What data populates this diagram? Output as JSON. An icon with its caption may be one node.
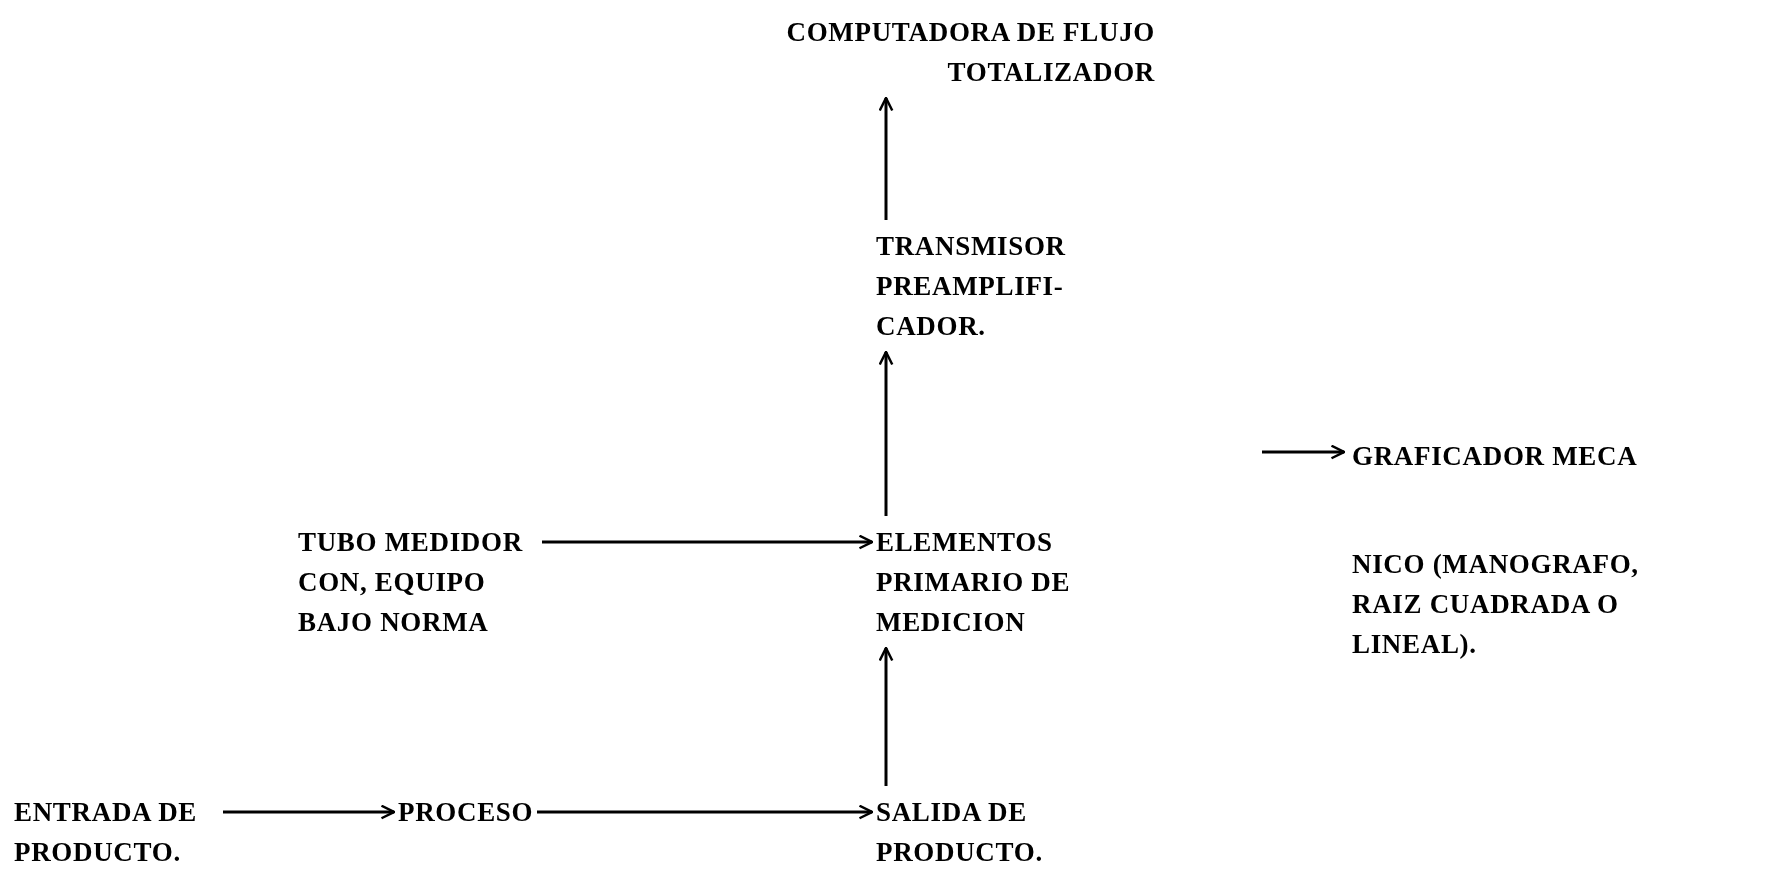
{
  "diagram": {
    "nodes": [
      {
        "text": [
          "COMPUTADORA DE FLUJO TOTALIZADOR"
        ]
      },
      {
        "text": [
          "TRANSMISOR PREAMPLIFI- CADOR."
        ]
      },
      {
        "text": [
          "GRAFICADOR MECA",
          "NICO (MANOGRAFO, RAIZ CUADRADA O LINEAL)."
        ]
      },
      {
        "text": [
          "TUBO MEDIDOR CON, EQUIPO BAJO NORMA"
        ]
      },
      {
        "text": [
          "ELEMENTOS PRIMARIO DE MEDICION"
        ]
      },
      {
        "text": [
          "ENTRADA DE PRODUCTO."
        ]
      },
      {
        "text": [
          "PROCESO"
        ]
      },
      {
        "text": [
          "SALIDA DE PRODUCTO."
        ]
      }
    ],
    "edges": [
      {
        "from": 1,
        "to": 0,
        "arrow": "to"
      },
      {
        "from": 4,
        "to": 1,
        "arrow": "to"
      },
      {
        "from": null,
        "to": 2,
        "arrow": "to"
      },
      {
        "from": 3,
        "to": 4,
        "arrow": "to"
      },
      {
        "from": 7,
        "to": 4,
        "arrow": "to"
      },
      {
        "from": 5,
        "to": 6,
        "arrow": "to"
      },
      {
        "from": 6,
        "to": 7,
        "arrow": "to"
      }
    ]
  }
}
